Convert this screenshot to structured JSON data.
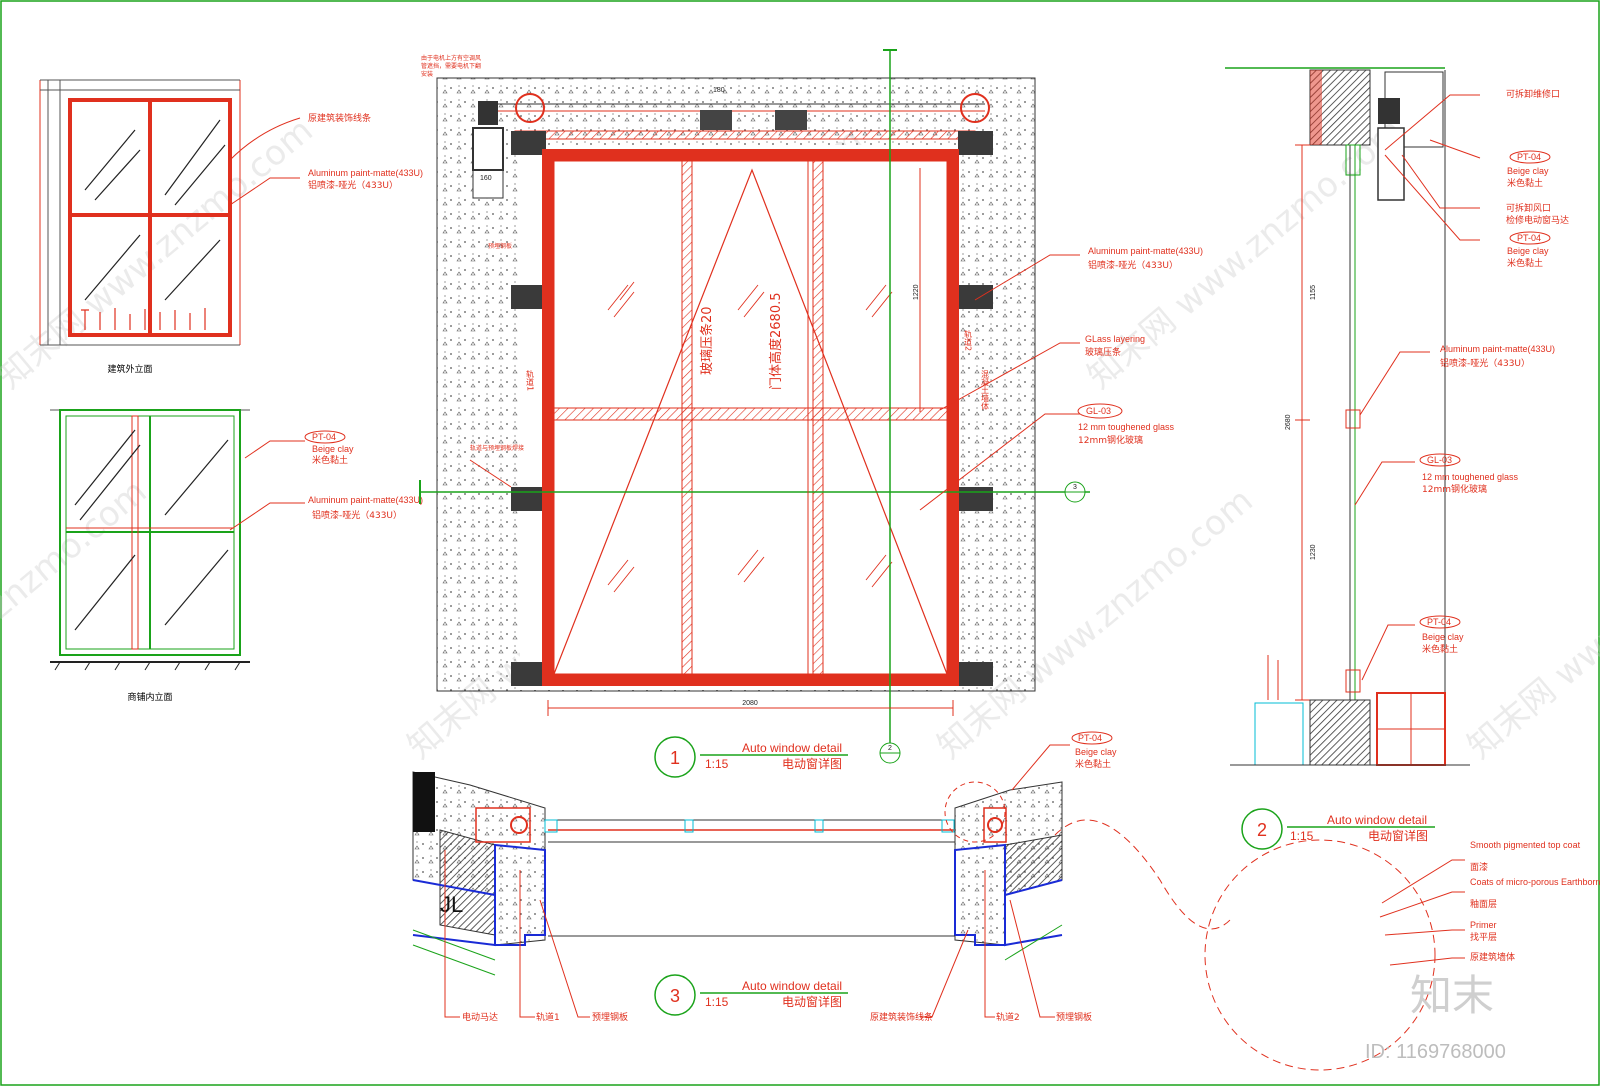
{
  "sheet": {
    "watermark_site": "znzmo.com",
    "watermark_cn": "知末网 www.znzmo.com",
    "brand_cn": "知末",
    "id_text": "ID: 1169768000"
  },
  "colors": {
    "frame": "#e0301e",
    "leader": "#e0301e",
    "green": "#1aa31a",
    "cyan": "#00bcd4",
    "blue": "#1a2bd6",
    "concrete": "#f2f2f2"
  },
  "elev_ext": {
    "caption": "建筑外立面",
    "callouts": [
      {
        "en": "原建筑装饰线条",
        "cn": ""
      },
      {
        "en": "Aluminum paint-matte(433U)",
        "cn": "铝喷漆-哑光（433U）"
      }
    ]
  },
  "elev_int": {
    "caption": "商铺内立面",
    "callouts": [
      {
        "tag": "PT-04",
        "en": "Beige clay",
        "cn": "米色黏土"
      },
      {
        "en": "Aluminum paint-matte(433U)",
        "cn": "铝喷漆-哑光（433U）"
      }
    ]
  },
  "detail1": {
    "num": "1",
    "scale": "1:15",
    "title_en": "Auto window detail",
    "title_cn": "电动窗详图",
    "top_note": [
      "由于电机上方有空调风",
      "管遮挡，需要电机下翻",
      "安装"
    ],
    "dims": {
      "top": "180",
      "motor": "160",
      "width": "2080",
      "h1": "1220"
    },
    "vertical_labels": [
      "玻璃压条20",
      "门体高度2680.5"
    ],
    "rail_labels": [
      "轨道1",
      "轨道2"
    ],
    "wall_label": "混凝土墙体",
    "embed_label": "预埋钢板",
    "rail_embed_label": "轨道与预埋钢板焊接",
    "callouts": [
      {
        "en": "Aluminum paint-matte(433U)",
        "cn": "铝喷漆-哑光（433U）"
      },
      {
        "en": "GLass layering",
        "cn": "玻璃压条"
      },
      {
        "tag": "GL-03",
        "en": "12 mm toughened glass",
        "cn": "12mm钢化玻璃"
      }
    ],
    "section_marks": [
      "2",
      "3"
    ]
  },
  "detail2": {
    "num": "2",
    "scale": "1:15",
    "title_en": "Auto window detail",
    "title_cn": "电动窗详图",
    "dims": [
      "1155",
      "2680",
      "1230"
    ],
    "callouts": [
      {
        "en": "可拆卸维修口",
        "cn": ""
      },
      {
        "tag": "PT-04",
        "en": "Beige clay",
        "cn": "米色黏土"
      },
      {
        "en": "可拆卸风口",
        "cn": "检修电动窗马达"
      },
      {
        "tag": "PT-04",
        "en": "Beige clay",
        "cn": "米色黏土"
      },
      {
        "en": "Aluminum paint-matte(433U)",
        "cn": "铝喷漆-哑光（433U）"
      },
      {
        "tag": "GL-03",
        "en": "12 mm toughened glass",
        "cn": "12mm钢化玻璃"
      },
      {
        "tag": "PT-04",
        "en": "Beige clay",
        "cn": "米色黏土"
      }
    ],
    "zoom_layers": [
      {
        "en": "Smooth pigmented top coat",
        "cn": "面漆"
      },
      {
        "en": "Coats of micro-porous Earthborn wall glaze",
        "cn": "釉面层"
      },
      {
        "en": "Primer",
        "cn": "找平层"
      },
      {
        "en": "原建筑墙体",
        "cn": ""
      }
    ]
  },
  "detail3": {
    "num": "3",
    "scale": "1:15",
    "title_en": "Auto window detail",
    "title_cn": "电动窗详图",
    "callout_top": {
      "tag": "PT-04",
      "en": "Beige clay",
      "cn": "米色黏土"
    },
    "bottom_labels": [
      "电动马达",
      "轨道1",
      "预埋钢板",
      "原建筑装饰线条",
      "轨道2",
      "预埋钢板"
    ]
  }
}
